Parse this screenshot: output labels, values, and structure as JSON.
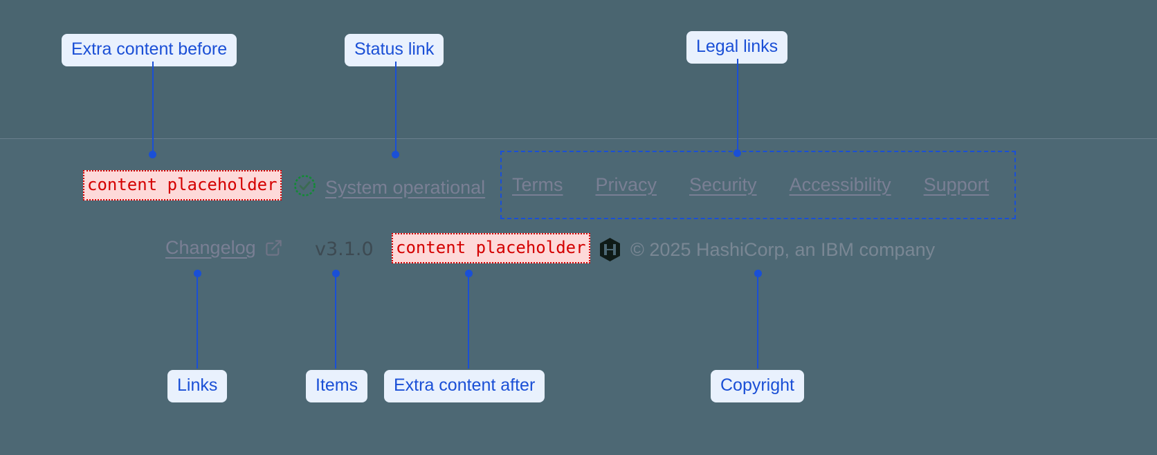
{
  "annotations": {
    "top": [
      {
        "label": "Extra content before",
        "name": "callout-extra-content-before"
      },
      {
        "label": "Status link",
        "name": "callout-status-link"
      },
      {
        "label": "Legal links",
        "name": "callout-legal-links"
      }
    ],
    "bottom": [
      {
        "label": "Links",
        "name": "callout-links"
      },
      {
        "label": "Items",
        "name": "callout-items"
      },
      {
        "label": "Extra content after",
        "name": "callout-extra-content-after"
      },
      {
        "label": "Copyright",
        "name": "callout-copyright"
      }
    ]
  },
  "footer": {
    "extra_before": {
      "text": "content placeholder"
    },
    "extra_after": {
      "text": "content placeholder"
    },
    "status": {
      "icon": "check-circle-icon",
      "label": "System operational"
    },
    "legal_links": [
      {
        "label": "Terms"
      },
      {
        "label": "Privacy"
      },
      {
        "label": "Security"
      },
      {
        "label": "Accessibility"
      },
      {
        "label": "Support"
      }
    ],
    "changelog": {
      "label": "Changelog",
      "icon": "external-link-icon"
    },
    "version": "v3.1.0",
    "brand": {
      "logo": "hashicorp-logo",
      "copyright": "© 2025 HashiCorp, an IBM company"
    }
  },
  "colors": {
    "background_top": "#4a6570",
    "background_bottom": "#4d6874",
    "annotation_blue": "#1a4fd6",
    "annotation_bg": "#e9f1fd",
    "placeholder_red": "#d40000",
    "placeholder_bg": "#fdd9d9",
    "status_green": "#138a36",
    "muted_link": "#7a7f94",
    "copyright_gray": "#7a8794",
    "version_gray": "#3d4a52"
  }
}
